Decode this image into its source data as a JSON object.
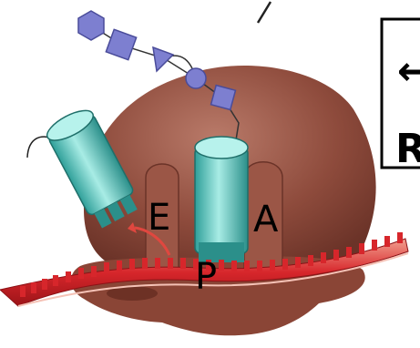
{
  "labels": {
    "e_site": "E",
    "p_site": "P",
    "a_site": "A",
    "box_arrow": "←",
    "box_text": "R"
  },
  "colors": {
    "ribosome": "#8e4b3c",
    "ribosome_highlight": "#b57463",
    "trna": "#3fb3ad",
    "trna_light": "#9fe3dc",
    "mrna": "#d7262b",
    "sugar": "#7d7fd0",
    "exit_arrow": "#e0473f"
  },
  "icons": {
    "exit_arrow": "curved-arrow-icon",
    "sugar_chain": "glycan-chain-icon"
  }
}
